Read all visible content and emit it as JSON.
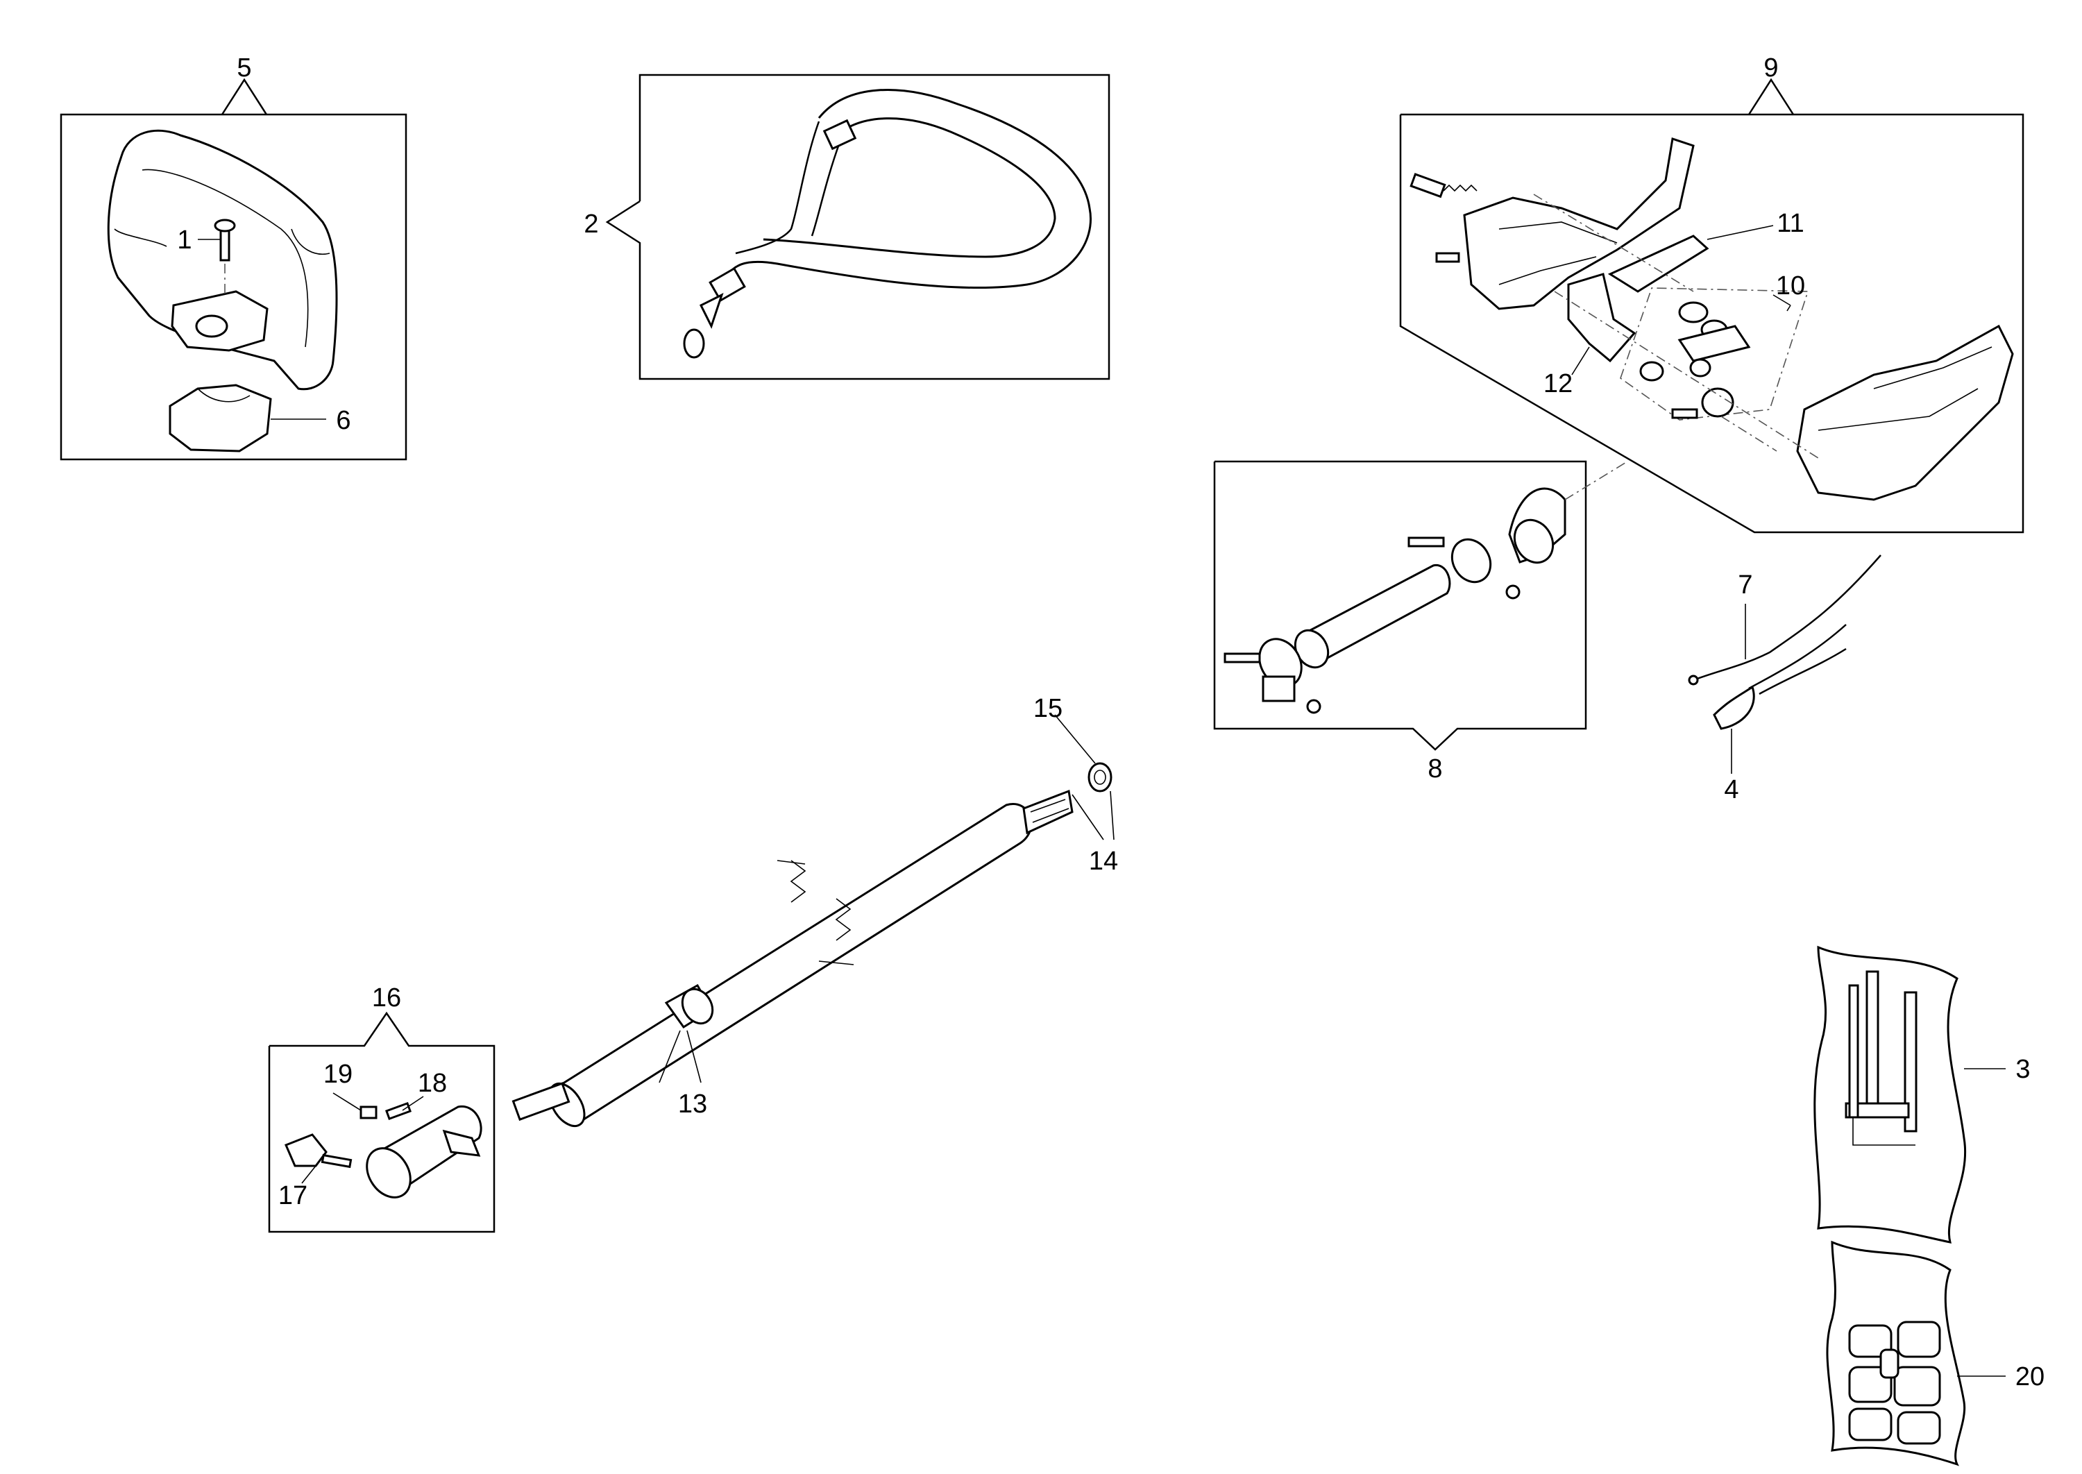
{
  "diagram": {
    "labels": {
      "l1": "1",
      "l2": "2",
      "l3": "3",
      "l4": "4",
      "l5": "5",
      "l6": "6",
      "l7": "7",
      "l8": "8",
      "l9": "9",
      "l10": "10",
      "l11": "11",
      "l12": "12",
      "l13": "13",
      "l14": "14",
      "l15": "15",
      "l16": "16",
      "l17": "17",
      "l18": "18",
      "l19": "19",
      "l20": "20"
    }
  }
}
